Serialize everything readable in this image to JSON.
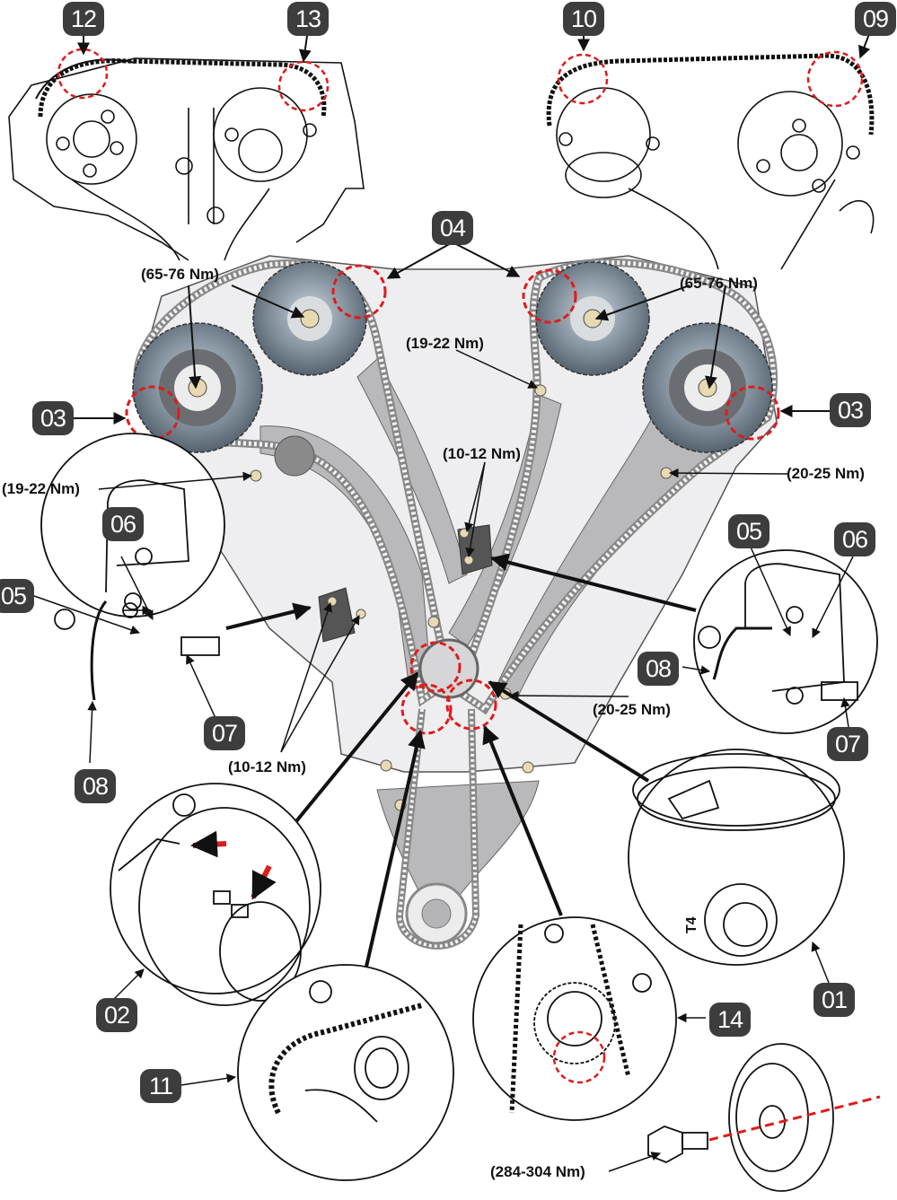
{
  "diagram": {
    "title": "Timing chain installation — alignment marks and torque specifications",
    "callouts": [
      {
        "id": "12",
        "label": "12"
      },
      {
        "id": "13",
        "label": "13"
      },
      {
        "id": "10",
        "label": "10"
      },
      {
        "id": "09",
        "label": "09"
      },
      {
        "id": "04",
        "label": "04"
      },
      {
        "id": "03_left",
        "label": "03"
      },
      {
        "id": "03_right",
        "label": "03"
      },
      {
        "id": "05_left",
        "label": "05"
      },
      {
        "id": "06_left",
        "label": "06"
      },
      {
        "id": "07_left",
        "label": "07"
      },
      {
        "id": "08_left",
        "label": "08"
      },
      {
        "id": "05_right",
        "label": "05"
      },
      {
        "id": "06_right",
        "label": "06"
      },
      {
        "id": "07_right",
        "label": "07"
      },
      {
        "id": "08_right",
        "label": "08"
      },
      {
        "id": "02",
        "label": "02"
      },
      {
        "id": "11",
        "label": "11"
      },
      {
        "id": "14",
        "label": "14"
      },
      {
        "id": "01",
        "label": "01"
      }
    ],
    "torque_specs": {
      "cam_sprocket_left": "(65-76 Nm)",
      "cam_sprocket_right": "(65-76 Nm)",
      "guide_upper_center": "(19-22 Nm)",
      "guide_left": "(19-22 Nm)",
      "tensioner_right_bolts": "(10-12 Nm)",
      "guide_right_upper": "(20-25 Nm)",
      "guide_right_lower": "(20-25 Nm)",
      "tensioner_left_bolts": "(10-12 Nm)",
      "crank_pulley_bolt": "(284-304 Nm)"
    },
    "inset_marks": {
      "damper_mark": "T4"
    },
    "colors": {
      "badge_bg": "#3d3d3d",
      "alignment_circle": "#e01b1b",
      "sprocket": "#7d8a96",
      "guide": "#b9b9bb",
      "block": "#eeeef0",
      "bolt": "#e7d9b0"
    }
  }
}
